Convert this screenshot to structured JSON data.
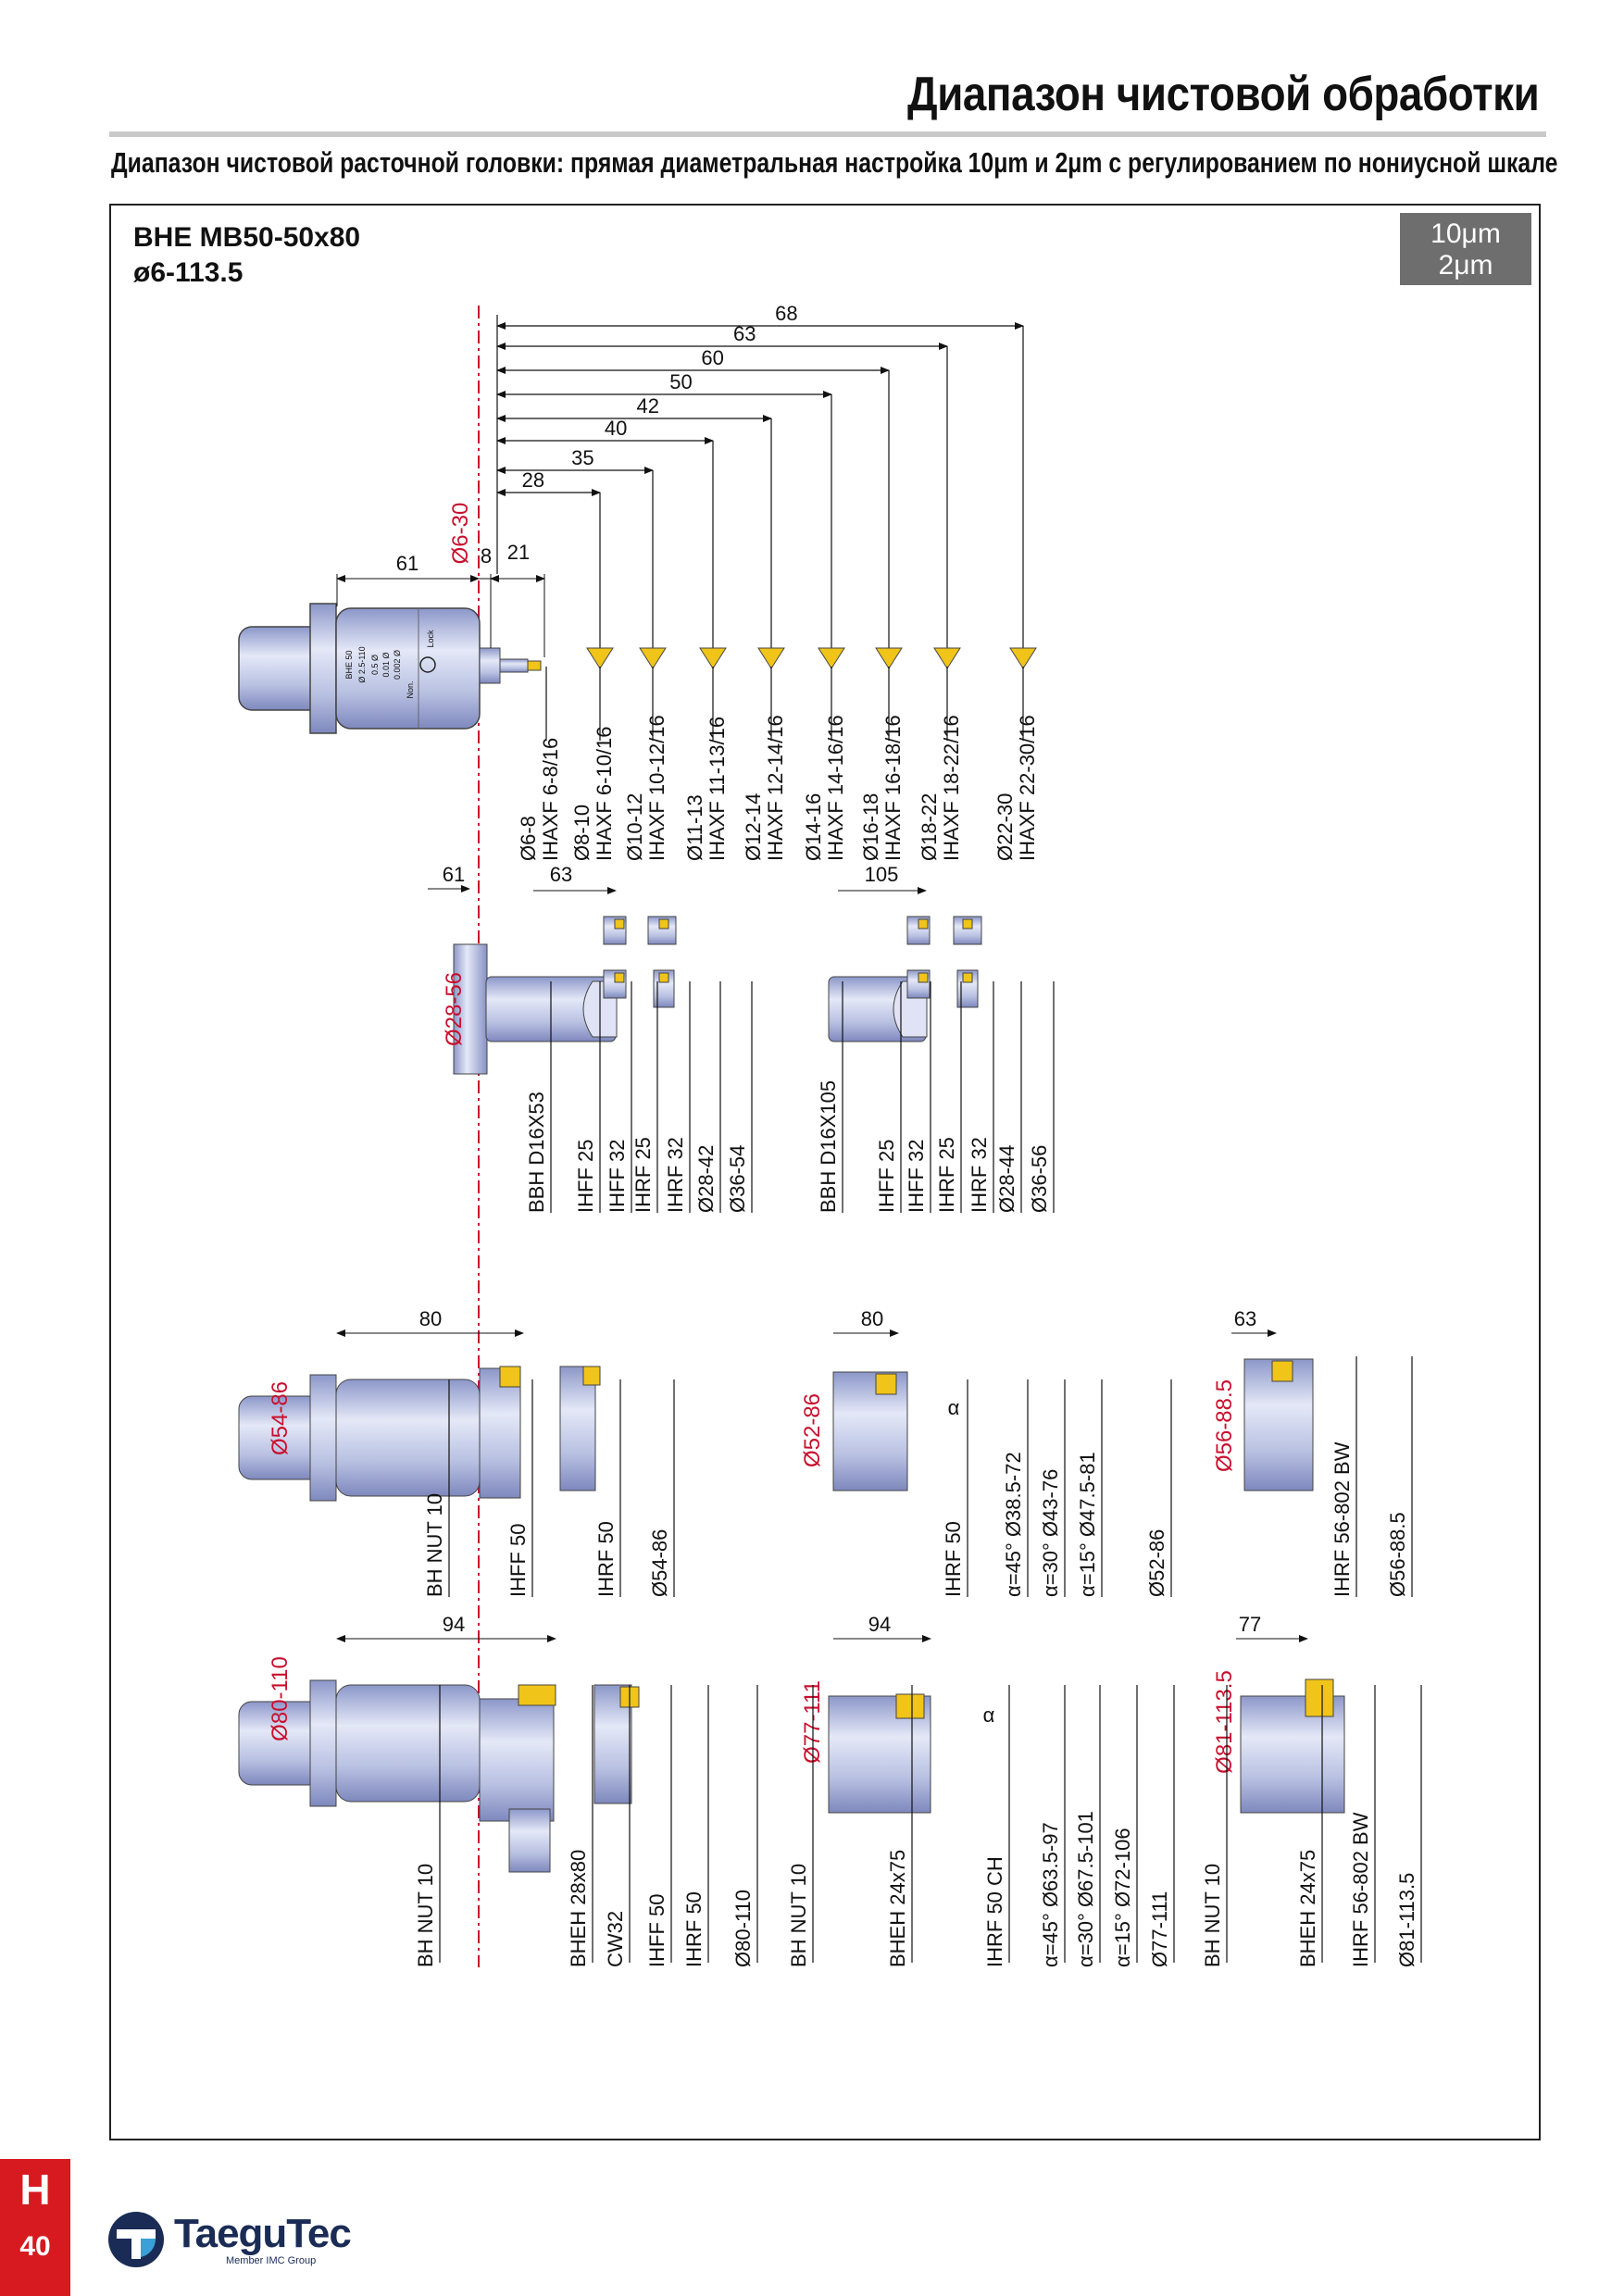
{
  "header": {
    "title": "Диапазон чистовой обработки",
    "subtitle": "Диапазон чистовой расточной головки: прямая диаметральная настройка 10μm  и 2μm с регулированием по нониусной шкале"
  },
  "model": {
    "name": "BHE MB50-50x80",
    "range": "ø6-113.5"
  },
  "badge": {
    "line1": "10μm",
    "line2": "2μm"
  },
  "footer": {
    "section": "H",
    "page": "40",
    "brand": "TaeguTec",
    "brand_sub": "Member IMC Group"
  },
  "head_engraving": {
    "small": [
      "BHE 50",
      "Ø 2.5-110",
      "0.5 Ø",
      "0.01 Ø",
      "0.002 Ø",
      "Non.",
      "Lock"
    ],
    "main": [
      "BHE 50",
      "0.5 Ø",
      "0.01 Ø",
      "Non. 0.002 Ø",
      "Lock"
    ]
  },
  "section_top": {
    "range": "Ø6-30",
    "dims": {
      "body": "61",
      "offset": "8",
      "first": "21"
    },
    "steps": [
      "28",
      "35",
      "40",
      "42",
      "50",
      "60",
      "63",
      "68"
    ],
    "tools": [
      {
        "d": "Ø6-8",
        "code": "IHAXF  6-8/16"
      },
      {
        "d": "Ø8-10",
        "code": "IHAXF  6-10/16"
      },
      {
        "d": "Ø10-12",
        "code": "IHAXF  10-12/16"
      },
      {
        "d": "Ø11-13",
        "code": "IHAXF  11-13/16"
      },
      {
        "d": "Ø12-14",
        "code": "IHAXF  12-14/16"
      },
      {
        "d": "Ø14-16",
        "code": "IHAXF  14-16/16"
      },
      {
        "d": "Ø16-18",
        "code": "IHAXF  16-18/16"
      },
      {
        "d": "Ø18-22",
        "code": "IHAXF  18-22/16"
      },
      {
        "d": "Ø22-30",
        "code": "IHAXF  22-30/16"
      }
    ]
  },
  "section_2": {
    "range": "Ø28-56",
    "dims": {
      "a": "61",
      "b": "63",
      "c": "105"
    },
    "labels_left": [
      "BBH D16X53",
      "IHFF 25",
      "IHFF 32",
      "IHRF 25",
      "IHRF 32",
      "Ø28-42",
      "Ø36-54"
    ],
    "labels_right": [
      "BBH D16X105",
      "IHFF 25",
      "IHFF 32",
      "IHRF 25",
      "IHRF 32",
      "Ø28-44",
      "Ø36-56"
    ]
  },
  "section_3": {
    "a": {
      "range": "Ø54-86",
      "dim": "80",
      "labels": [
        "BH NUT 10",
        "IHFF 50",
        "IHRF 50",
        "Ø54-86"
      ]
    },
    "b": {
      "range": "Ø52-86",
      "dim": "80",
      "alpha": "α",
      "labels": [
        "IHRF 50",
        "α=45° Ø38.5-72",
        "α=30° Ø43-76",
        "α=15° Ø47.5-81",
        "Ø52-86"
      ]
    },
    "c": {
      "range": "Ø56-88.5",
      "dim": "63",
      "labels": [
        "IHRF 56-802 BW",
        "Ø56-88.5"
      ]
    }
  },
  "section_4": {
    "a": {
      "range": "Ø80-110",
      "dim": "94",
      "labels": [
        "BH NUT 10",
        "BHEH 28x80",
        "CW32",
        "IHFF 50",
        "IHRF 50",
        "Ø80-110"
      ]
    },
    "b": {
      "range": "Ø77-111",
      "dim": "94",
      "alpha": "α",
      "labels": [
        "BH NUT 10",
        "BHEH 24x75",
        "IHRF 50 CH",
        "α=45° Ø63.5-97",
        "α=30° Ø67.5-101",
        "α=15° Ø72-106",
        "Ø77-111"
      ]
    },
    "c": {
      "range": "Ø81-113.5",
      "dim": "77",
      "labels": [
        "BH NUT 10",
        "BHEH 24x75",
        "IHRF 56-802 BW",
        "Ø81-113.5"
      ]
    }
  }
}
